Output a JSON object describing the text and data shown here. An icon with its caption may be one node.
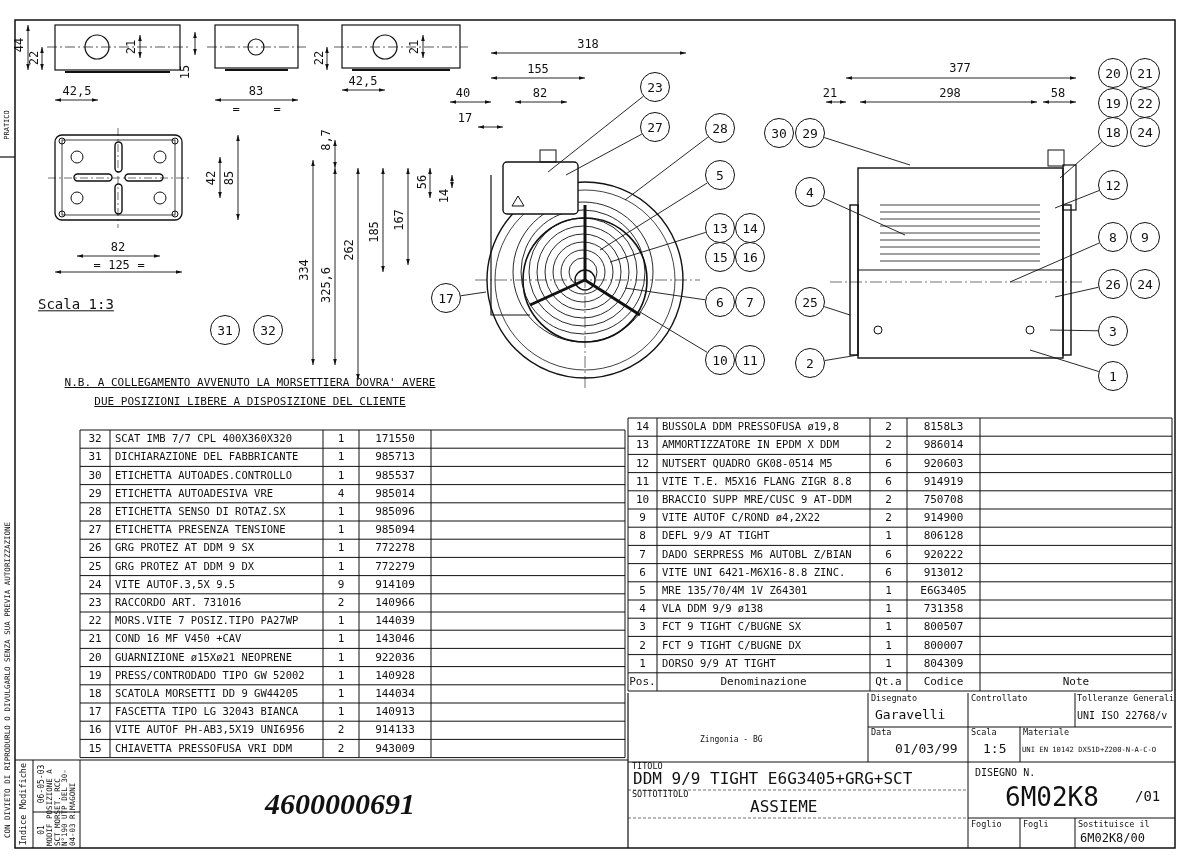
{
  "diagram": {
    "nodes": [
      {
        "text": [
          "23"
        ]
      },
      {
        "text": [
          "20"
        ]
      },
      {
        "text": [
          "21"
        ]
      },
      {
        "text": [
          "19"
        ]
      },
      {
        "text": [
          "22"
        ]
      },
      {
        "text": [
          "27"
        ]
      },
      {
        "text": [
          "28"
        ]
      },
      {
        "text": [
          "30"
        ]
      },
      {
        "text": [
          "29"
        ]
      },
      {
        "text": [
          "18"
        ]
      },
      {
        "text": [
          "24"
        ]
      },
      {
        "text": [
          "5"
        ]
      },
      {
        "text": [
          "12"
        ]
      },
      {
        "text": [
          "4"
        ]
      },
      {
        "text": [
          "13"
        ]
      },
      {
        "text": [
          "14"
        ]
      },
      {
        "text": [
          "8"
        ]
      },
      {
        "text": [
          "9"
        ]
      },
      {
        "text": [
          "15"
        ]
      },
      {
        "text": [
          "16"
        ]
      },
      {
        "text": [
          "26"
        ]
      },
      {
        "text": [
          "24"
        ]
      },
      {
        "text": [
          "17"
        ]
      },
      {
        "text": [
          "6"
        ]
      },
      {
        "text": [
          "7"
        ]
      },
      {
        "text": [
          "25"
        ]
      },
      {
        "text": [
          "3"
        ]
      },
      {
        "text": [
          "31"
        ]
      },
      {
        "text": [
          "32"
        ]
      },
      {
        "text": [
          "10"
        ]
      },
      {
        "text": [
          "11"
        ]
      },
      {
        "text": [
          "2"
        ]
      },
      {
        "text": [
          "1"
        ]
      }
    ],
    "edges": [
      {
        "from": 0,
        "to": null,
        "arrow": "none"
      },
      {
        "from": 5,
        "to": null,
        "arrow": "none"
      },
      {
        "from": 6,
        "to": null,
        "arrow": "none"
      },
      {
        "from": 8,
        "to": null,
        "arrow": "none"
      },
      {
        "from": 9,
        "to": null,
        "arrow": "none"
      },
      {
        "from": 11,
        "to": null,
        "arrow": "none"
      },
      {
        "from": 12,
        "to": null,
        "arrow": "none"
      },
      {
        "from": 13,
        "to": null,
        "arrow": "none"
      },
      {
        "from": 14,
        "to": null,
        "arrow": "none"
      },
      {
        "from": 16,
        "to": null,
        "arrow": "none"
      },
      {
        "from": 20,
        "to": null,
        "arrow": "none"
      },
      {
        "from": 22,
        "to": null,
        "arrow": "none"
      },
      {
        "from": 23,
        "to": null,
        "arrow": "none"
      },
      {
        "from": 25,
        "to": null,
        "arrow": "none"
      },
      {
        "from": 26,
        "to": null,
        "arrow": "none"
      },
      {
        "from": 29,
        "to": null,
        "arrow": "none"
      },
      {
        "from": 31,
        "to": null,
        "arrow": "none"
      },
      {
        "from": 32,
        "to": null,
        "arrow": "none"
      }
    ],
    "labels": [
      "PRATICO",
      "44",
      "22",
      "21",
      "42,5",
      "15",
      "83",
      "=",
      "=",
      "22",
      "21",
      "42,5",
      "42",
      "85",
      "82",
      "=",
      "125",
      "=",
      "Scala 1:3",
      "318",
      "155",
      "40",
      "82",
      "17",
      "8,7",
      "56",
      "14",
      "334",
      "325,6",
      "262",
      "185",
      "167",
      "377",
      "21",
      "298",
      "58",
      "N.B. A COLLEGAMENTO AVVENUTO LA MORSETTIERA DOVRA' AVERE DUE POSIZIONI LIBERE A DISPOSIZIONE DEL CLIENTE",
      "CON DIVIETO DI RIPRODURLO O DIVULGARLO SENZA SUA PREVIA AUTORIZZAZIONE",
      "32",
      "SCAT IMB 7/7 CPL 400X360X320",
      "1",
      "171550",
      "31",
      "DICHIARAZIONE DEL FABBRICANTE",
      "1",
      "985713",
      "30",
      "ETICHETTA AUTOADES.CONTROLLO",
      "1",
      "985537",
      "29",
      "ETICHETTA AUTOADESIVA VRE",
      "4",
      "985014",
      "28",
      "ETICHETTA SENSO DI ROTAZ.SX",
      "1",
      "985096",
      "27",
      "ETICHETTA PRESENZA TENSIONE",
      "1",
      "985094",
      "26",
      "GRG PROTEZ AT DDM 9 SX",
      "1",
      "772278",
      "25",
      "GRG PROTEZ AT DDM 9 DX",
      "1",
      "772279",
      "24",
      "VITE AUTOF.3,5X 9.5",
      "9",
      "914109",
      "23",
      "RACCORDO ART. 731016",
      "2",
      "140966",
      "22",
      "MORS.VITE 7 POSIZ.TIPO PA27WP",
      "1",
      "144039",
      "21",
      "COND 16   MF V450 +CAV",
      "1",
      "143046",
      "20",
      "GUARNIZIONE ø15Xø21 NEOPRENE",
      "1",
      "922036",
      "19",
      "PRESS/CONTRODADO TIPO GW 52002",
      "1",
      "140928",
      "18",
      "SCATOLA MORSETTI DD 9  GW44205",
      "1",
      "144034",
      "17",
      "FASCETTA TIPO LG 32043 BIANCA",
      "1",
      "140913",
      "16",
      "VITE AUTOF PH-AB3,5X19 UNI6956",
      "2",
      "914133",
      "15",
      "CHIAVETTA PRESSOFUSA VRI DDM",
      "2",
      "943009",
      "14",
      "BUSSOLA DDM PRESSOFUSA ø19,8",
      "2",
      "8158L3",
      "13",
      "AMMORTIZZATORE IN EPDM X DDM",
      "2",
      "986014",
      "12",
      "NUTSERT QUADRO GK08-0514 M5",
      "6",
      "920603",
      "11",
      "VITE T.E. M5X16 FLANG ZIGR 8.8",
      "6",
      "914919",
      "10",
      "BRACCIO SUPP MRE/CUSC 9 AT-DDM",
      "2",
      "750708",
      "9",
      "VITE AUTOF C/ROND ø4,2X22",
      "2",
      "914900",
      "8",
      "DEFL 9/9 AT TIGHT",
      "1",
      "806128",
      "7",
      "DADO SERPRESS M6 AUTOBL Z/BIAN",
      "6",
      "920222",
      "6",
      "VITE UNI 6421-M6X16-8.8 ZINC.",
      "6",
      "913012",
      "5",
      "MRE 135/70/4M 1V Z64301",
      "1",
      "E6G3405",
      "4",
      "VLA DDM 9/9 ø138",
      "1",
      "731358",
      "3",
      "FCT 9 TIGHT C/BUGNE SX",
      "1",
      "800507",
      "2",
      "FCT 9 TIGHT C/BUGNE DX",
      "1",
      "800007",
      "1",
      "DORSO 9/9 AT TIGHT",
      "1",
      "804309",
      "Pos.",
      "Denominazione",
      "Qt.a",
      "Codice",
      "Note",
      "Disegnato",
      "Garavelli",
      "Controllato",
      "Tolleranze Generali",
      "UNI ISO 22768/v",
      "Zingonia - BG",
      "Data",
      "01/03/99",
      "Scala",
      "1:5",
      "Materiale",
      "UNI EN 10142 DX51D+Z200-N-A-C-O",
      "TITOLO",
      "DDM 9/9 TIGHT E6G3405+GRG+SCT",
      "SOTTOTITOLO",
      "ASSIEME",
      "DISEGNO N.",
      "6M02K8",
      "/01",
      "Foglio",
      "Fogli",
      "Sostituisce il",
      "6M02K8/00",
      "Modifiche",
      "Indice",
      "01",
      "06-05-03",
      "MODIF POSIZIONE A SCT MORSET. RCC N°190 UTP DEL 30-04-03 R.MAGONI",
      "4600000691"
    ]
  }
}
